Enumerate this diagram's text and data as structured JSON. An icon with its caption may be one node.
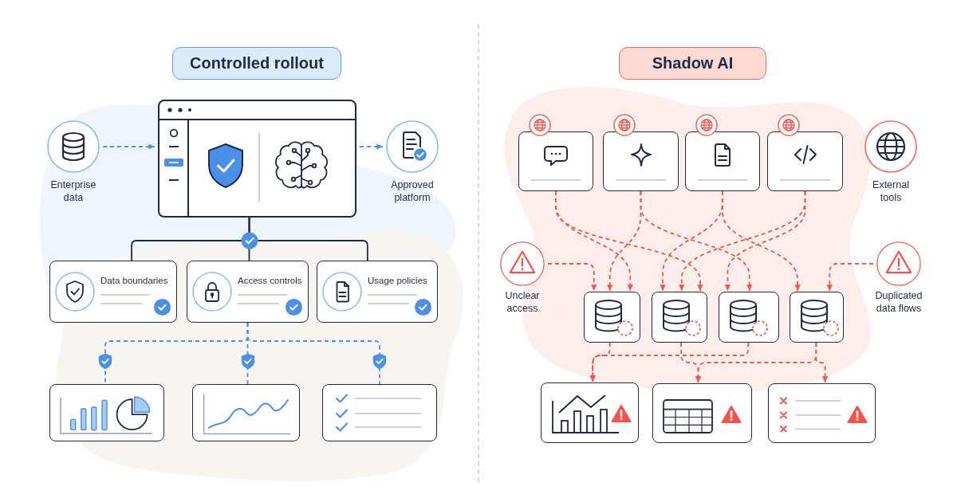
{
  "diagram": {
    "nodes": [
      {
        "text": [
          "Controlled rollout"
        ]
      },
      {
        "text": [
          "Enterprise data"
        ]
      },
      {
        "text": [],
        "shape": "box"
      },
      {
        "text": [
          "Approved platform"
        ]
      },
      {
        "text": [
          "Data boundaries"
        ]
      },
      {
        "text": [
          "Access controls"
        ]
      },
      {
        "text": [
          "Usage policies"
        ]
      },
      {
        "text": [],
        "shape": "box"
      },
      {
        "text": [],
        "shape": "box"
      },
      {
        "text": [],
        "shape": "box"
      },
      {
        "text": [
          "Shadow AI"
        ]
      },
      {
        "text": [],
        "shape": "box"
      },
      {
        "text": [],
        "shape": "box"
      },
      {
        "text": [],
        "shape": "box"
      },
      {
        "text": [],
        "shape": "box"
      },
      {
        "text": [
          "External tools"
        ]
      },
      {
        "text": [
          "Unclear access"
        ]
      },
      {
        "text": [
          "Duplicated data flows"
        ]
      },
      {
        "text": [],
        "shape": "box"
      },
      {
        "text": [],
        "shape": "box"
      },
      {
        "text": [],
        "shape": "box"
      },
      {
        "text": [],
        "shape": "box"
      },
      {
        "text": [],
        "shape": "box"
      },
      {
        "text": [],
        "shape": "box"
      },
      {
        "text": [],
        "shape": "box"
      }
    ],
    "edges": [
      {
        "from": 1,
        "to": 2,
        "arrow": "to",
        "style": "dashed",
        "color": "#4a90e8"
      },
      {
        "from": 2,
        "to": 3,
        "arrow": "to",
        "style": "dashed",
        "color": "#4a90e8"
      },
      {
        "from": 2,
        "to": 4,
        "arrow": "none",
        "color": "#1e2a45"
      },
      {
        "from": 2,
        "to": 5,
        "arrow": "none",
        "color": "#1e2a45"
      },
      {
        "from": 2,
        "to": 6,
        "arrow": "none",
        "color": "#1e2a45"
      },
      {
        "from": 5,
        "to": 7,
        "arrow": "none",
        "style": "dashed",
        "color": "#4a90e8"
      },
      {
        "from": 5,
        "to": 8,
        "arrow": "none",
        "style": "dashed",
        "color": "#4a90e8"
      },
      {
        "from": 5,
        "to": 9,
        "arrow": "none",
        "style": "dashed",
        "color": "#4a90e8"
      },
      {
        "from": 11,
        "to": 18,
        "arrow": "to",
        "style": "dashed"
      },
      {
        "from": 11,
        "to": 19,
        "arrow": "to",
        "style": "dashed"
      },
      {
        "from": 12,
        "to": 18,
        "arrow": "to",
        "style": "dashed"
      },
      {
        "from": 12,
        "to": 20,
        "arrow": "to",
        "style": "dashed"
      },
      {
        "from": 13,
        "to": 19,
        "arrow": "to",
        "style": "dashed"
      },
      {
        "from": 13,
        "to": 21,
        "arrow": "to",
        "style": "dashed"
      },
      {
        "from": 14,
        "to": 19,
        "arrow": "to",
        "style": "dashed"
      },
      {
        "from": 14,
        "to": 20,
        "arrow": "to",
        "style": "dashed"
      },
      {
        "from": 16,
        "to": 18,
        "arrow": "to",
        "style": "dashed"
      },
      {
        "from": 17,
        "to": 21,
        "arrow": "to",
        "style": "dashed"
      },
      {
        "from": 18,
        "to": 22,
        "arrow": "to",
        "style": "dashed"
      },
      {
        "from": 20,
        "to": 22,
        "arrow": "to",
        "style": "dashed"
      },
      {
        "from": 19,
        "to": 23,
        "arrow": "to",
        "style": "dashed"
      },
      {
        "from": 21,
        "to": 23,
        "arrow": "to",
        "style": "dashed"
      },
      {
        "from": 21,
        "to": 24,
        "arrow": "to",
        "style": "dashed"
      }
    ]
  }
}
